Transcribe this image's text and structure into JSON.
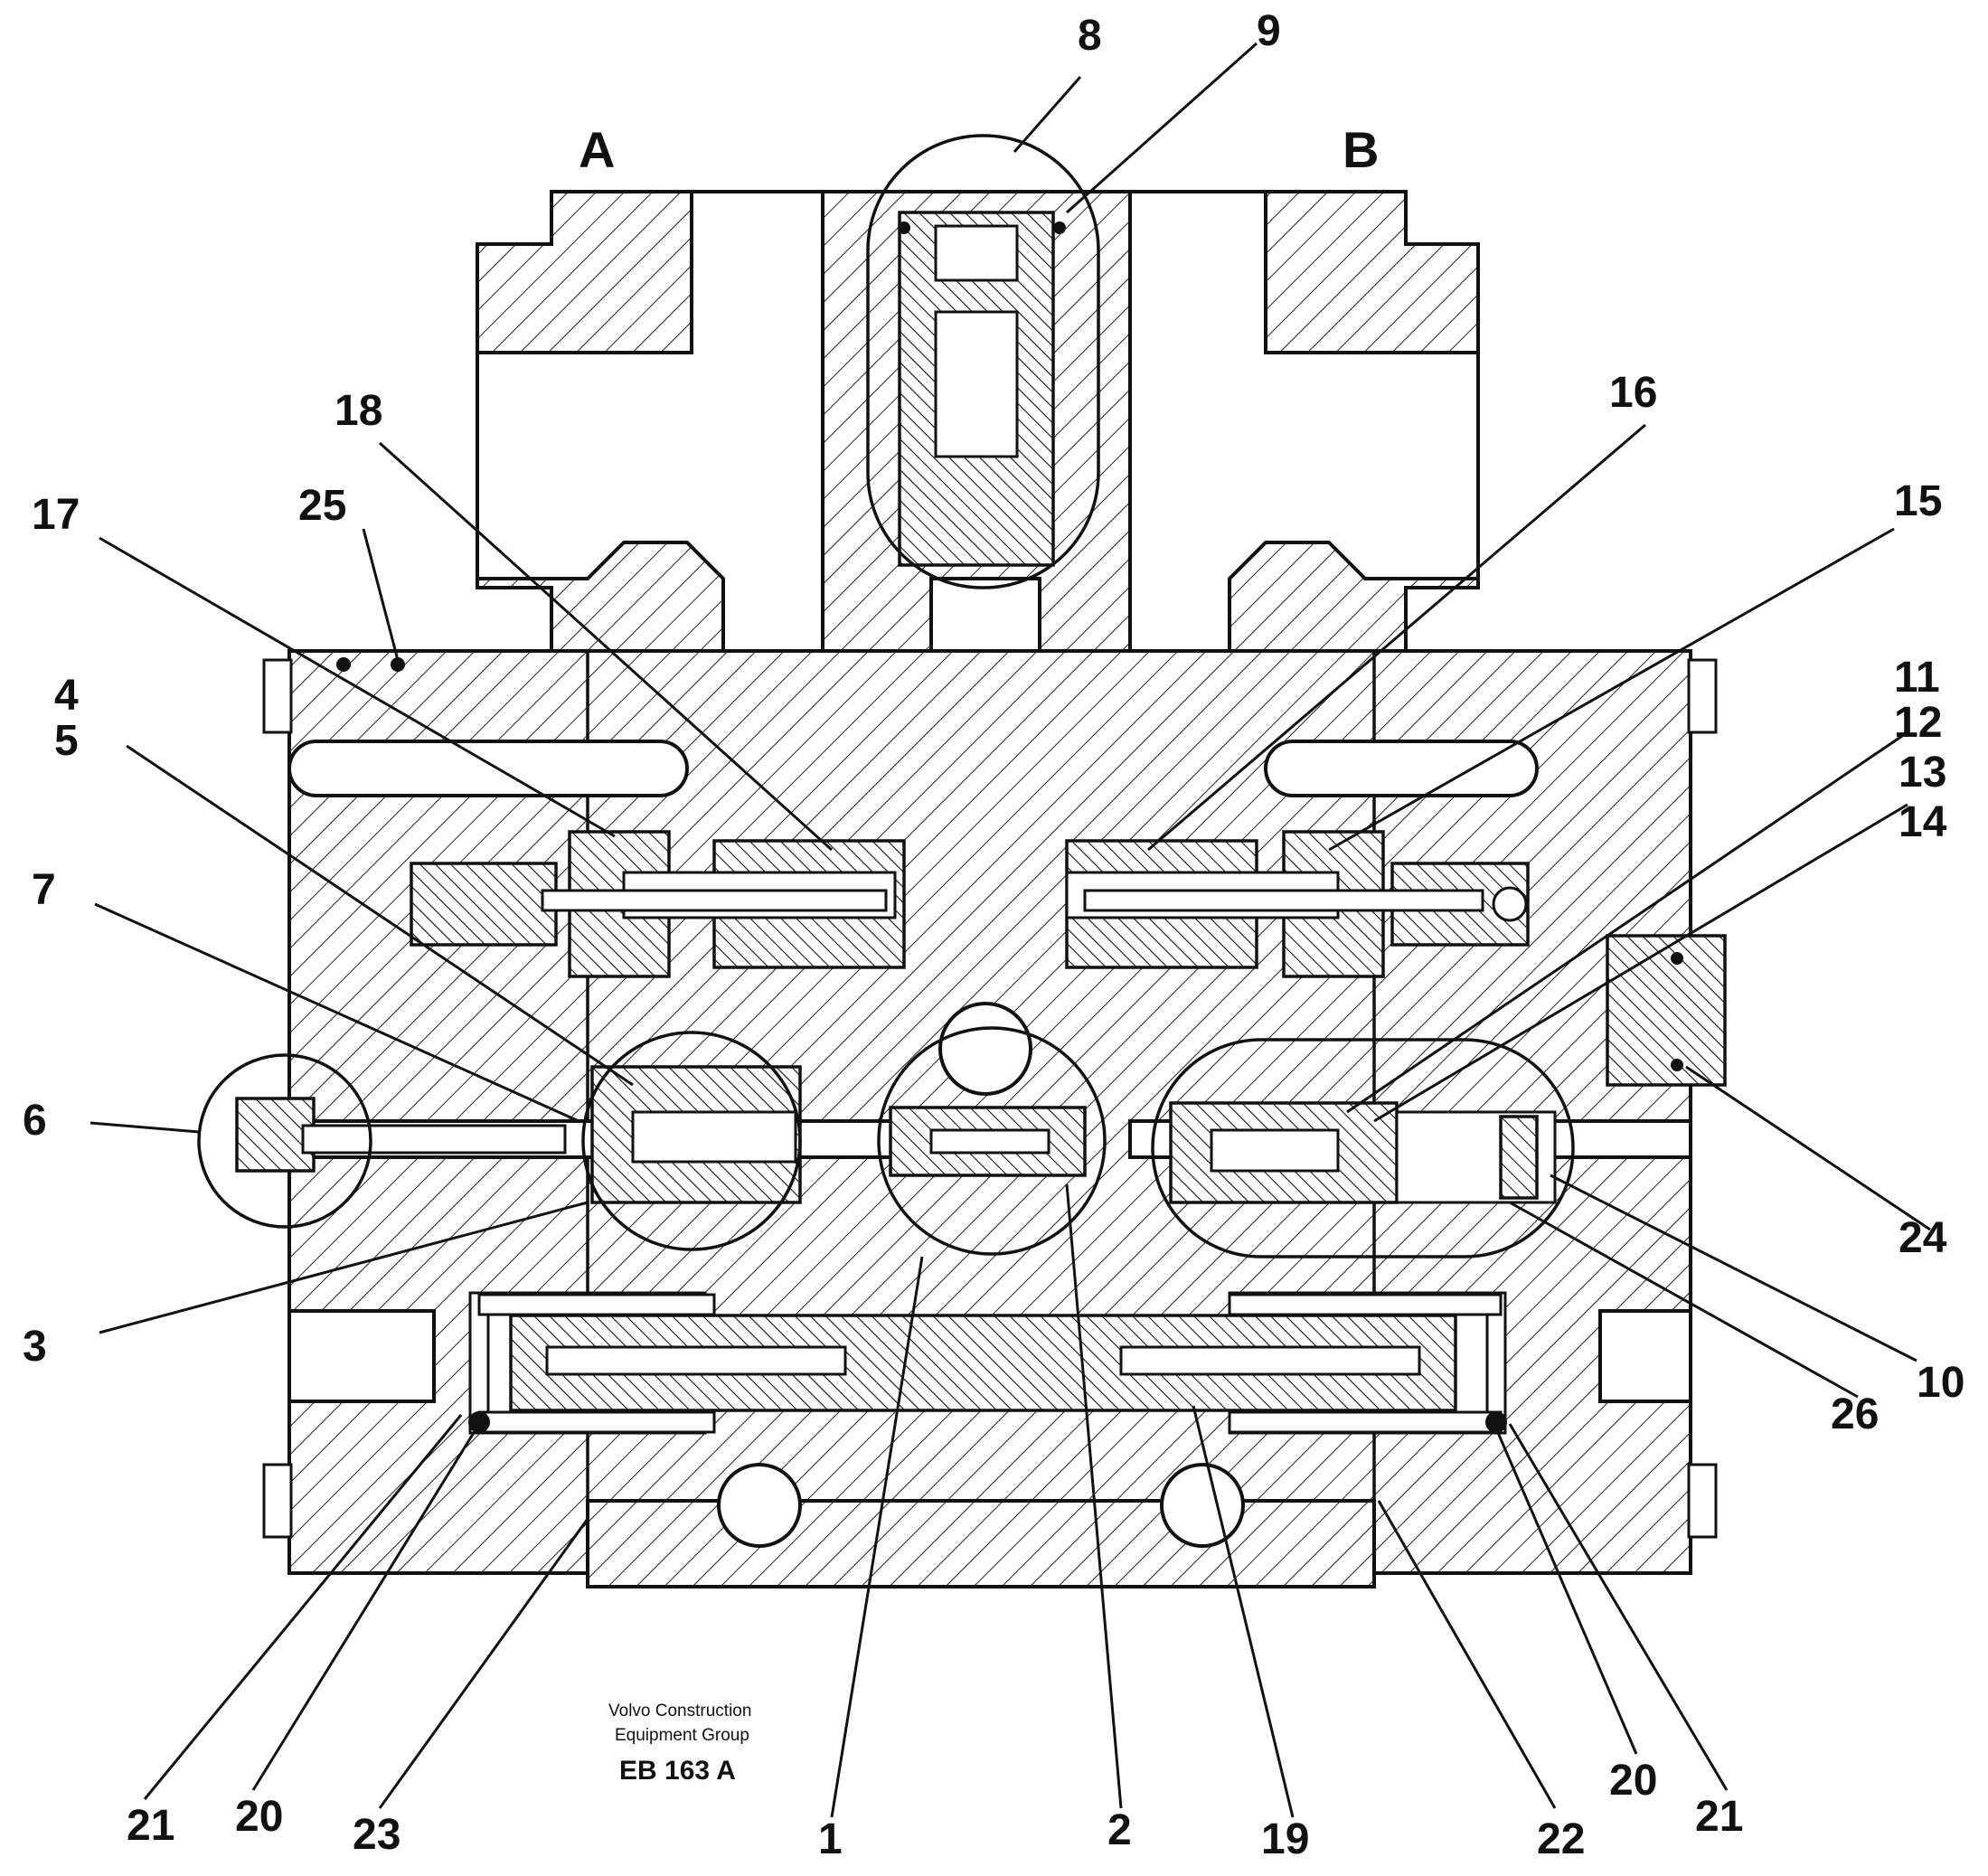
{
  "ports": {
    "a": "A",
    "b": "B"
  },
  "credit": {
    "line1": "Volvo Construction",
    "line2": "Equipment Group",
    "code": "EB 163 A"
  },
  "callouts": {
    "c8": "8",
    "c9": "9",
    "c18": "18",
    "c16": "16",
    "c17": "17",
    "c25": "25",
    "c15": "15",
    "c4": "4",
    "c5": "5",
    "c11": "11",
    "c12": "12",
    "c13": "13",
    "c14": "14",
    "c7": "7",
    "c6": "6",
    "c3": "3",
    "c24": "24",
    "c10": "10",
    "c26": "26",
    "c21l": "21",
    "c20l": "20",
    "c23": "23",
    "c1": "1",
    "c2": "2",
    "c19": "19",
    "c22": "22",
    "c20r": "20",
    "c21r": "21"
  }
}
